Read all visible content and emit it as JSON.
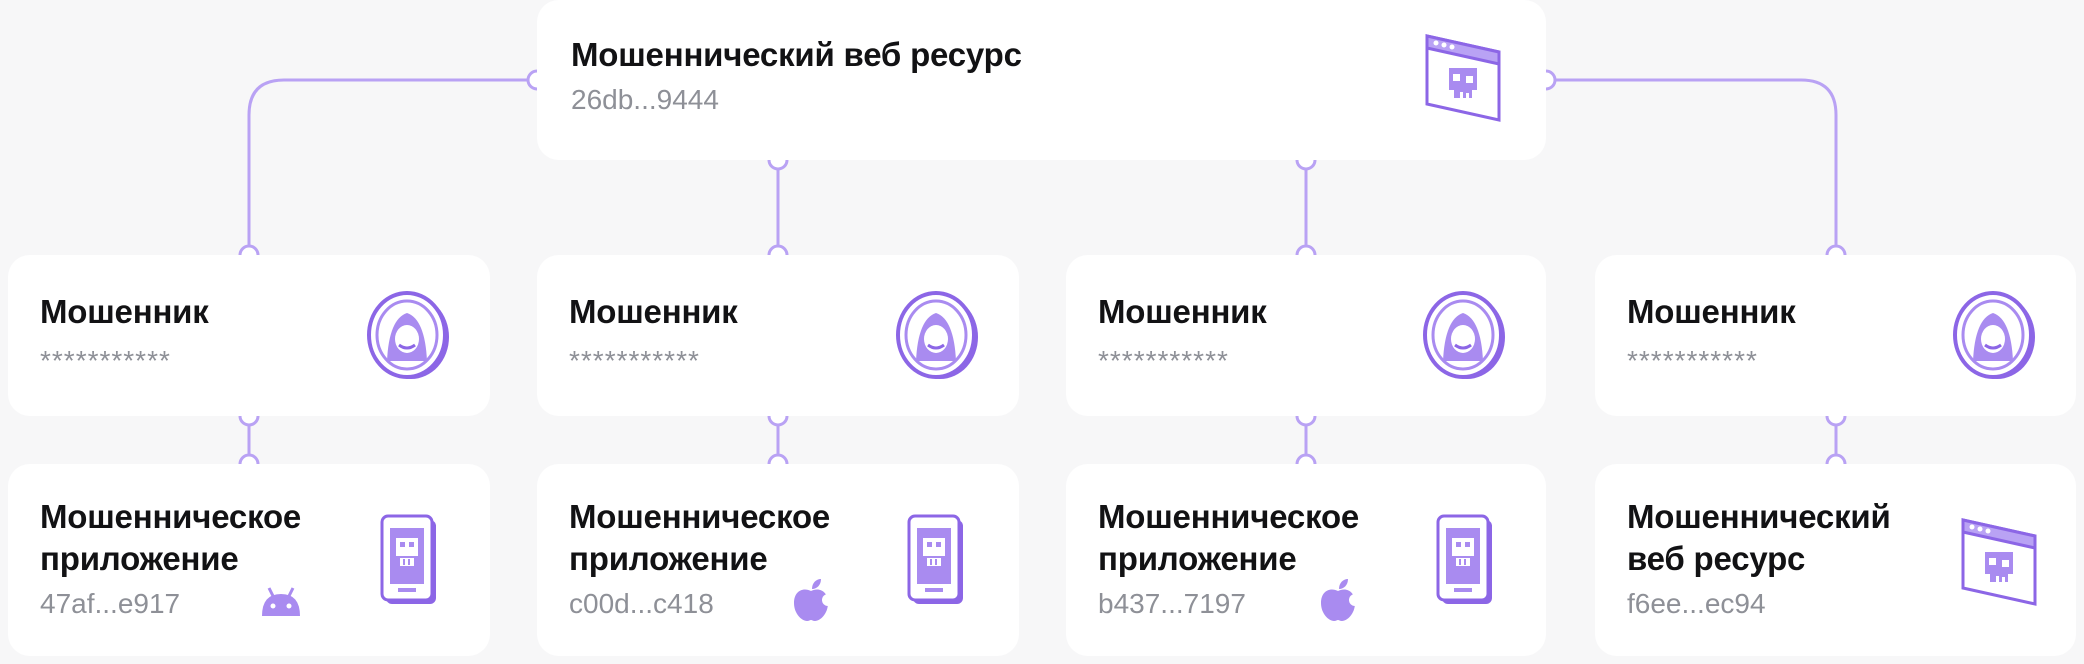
{
  "colors": {
    "background": "#f7f7f8",
    "card": "#ffffff",
    "accent": "#a98bf0",
    "accent_dark": "#8c66e6",
    "title_text": "#121214",
    "sub_text": "#8e9097"
  },
  "root": {
    "title": "Мошеннический веб ресурс",
    "id": "26db...9444",
    "icon": "malicious-browser-window-icon"
  },
  "fraudsters": [
    {
      "title": "Мошенник",
      "masked": "***********",
      "icon": "hooded-hacker-coin-icon"
    },
    {
      "title": "Мошенник",
      "masked": "***********",
      "icon": "hooded-hacker-coin-icon"
    },
    {
      "title": "Мошенник",
      "masked": "***********",
      "icon": "hooded-hacker-coin-icon"
    },
    {
      "title": "Мошенник",
      "masked": "***********",
      "icon": "hooded-hacker-coin-icon"
    }
  ],
  "resources": [
    {
      "title_line1": "Мошенническое",
      "title_line2": "приложение",
      "id": "47af...e917",
      "icon": "malicious-phone-icon",
      "platform": "android-icon"
    },
    {
      "title_line1": "Мошенническое",
      "title_line2": "приложение",
      "id": "c00d...c418",
      "icon": "malicious-phone-icon",
      "platform": "apple-icon"
    },
    {
      "title_line1": "Мошенническое",
      "title_line2": "приложение",
      "id": "b437...7197",
      "icon": "malicious-phone-icon",
      "platform": "apple-icon"
    },
    {
      "title_line1": "Мошеннический",
      "title_line2": "веб ресурс",
      "id": "f6ee...ec94",
      "icon": "malicious-browser-window-icon",
      "platform": ""
    }
  ]
}
